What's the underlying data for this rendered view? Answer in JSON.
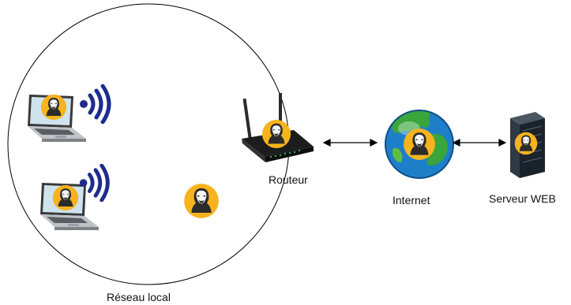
{
  "labels": {
    "lan": "Réseau local",
    "router": "Routeur",
    "internet": "Internet",
    "server": "Serveur WEB"
  },
  "icons": {
    "laptop": "laptop-icon",
    "wifi": "wifi-signal-icon",
    "router": "router-icon",
    "globe": "globe-icon",
    "server": "server-rack-icon",
    "hacker": "hacker-icon"
  },
  "colors": {
    "hacker_badge": "#f6b31d",
    "wifi": "#1f2c8c",
    "ocean": "#1e7fc9",
    "land": "#3aa53a",
    "server": "#27323e",
    "line": "#000000"
  }
}
